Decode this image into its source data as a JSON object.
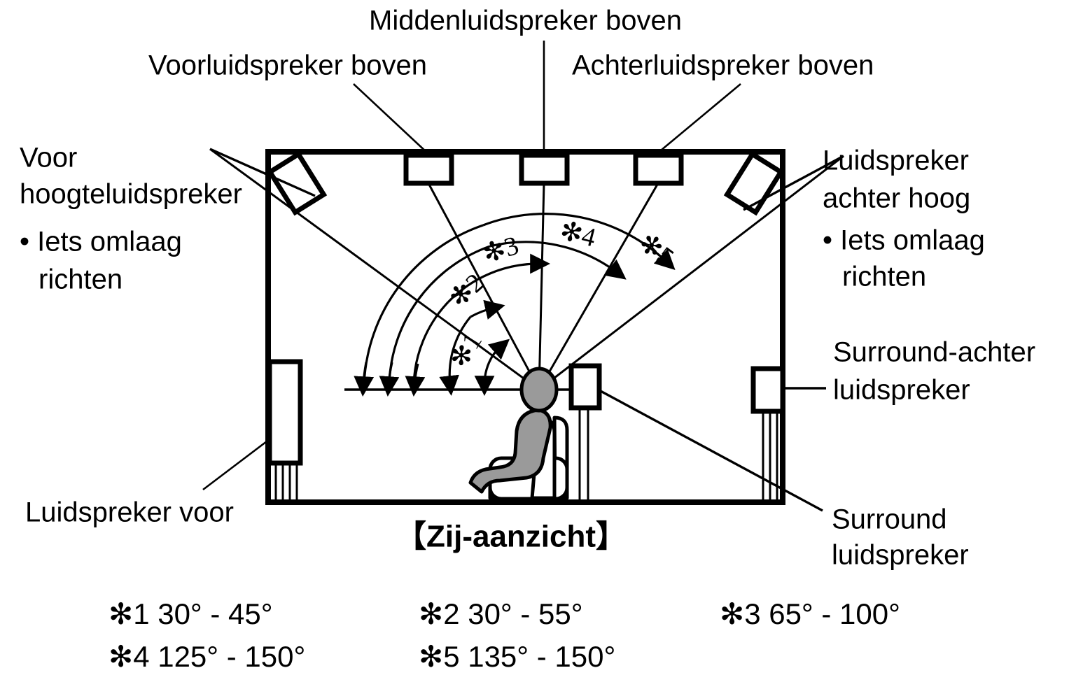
{
  "diagram": {
    "title": "【Zij-aanzicht】",
    "labels": {
      "top_front_height": "Voorluidspreker boven",
      "top_middle": "Middenluidspreker boven",
      "top_rear": "Achterluidspreker boven",
      "front_height_name": "Voor",
      "front_height_name2": "hoogteluidspreker",
      "front_height_note": "• Iets omlaag",
      "front_height_note2": "richten",
      "rear_height_name": "Luidspreker",
      "rear_height_name2": "achter hoog",
      "rear_height_note": "• Iets omlaag",
      "rear_height_note2": "richten",
      "surround_back": "Surround-achter",
      "surround_back2": "luidspreker",
      "front_speaker": "Luidspreker voor",
      "surround": "Surround",
      "surround2": "luidspreker"
    },
    "angle_markers": {
      "m1": "✻1",
      "m2": "✻2",
      "m3": "✻3",
      "m4": "✻4",
      "m5": "✻5"
    },
    "legend": [
      {
        "marker": "✻1",
        "range": "30° - 45°"
      },
      {
        "marker": "✻2",
        "range": "30° - 55°"
      },
      {
        "marker": "✻3",
        "range": "65° - 100°"
      },
      {
        "marker": "✻4",
        "range": "125° - 150°"
      },
      {
        "marker": "✻5",
        "range": "135° - 150°"
      }
    ],
    "legend_text": {
      "l1": "✻1 30° - 45°",
      "l2": "✻2 30° - 55°",
      "l3": "✻3 65° - 100°",
      "l4": "✻4 125° - 150°",
      "l5": "✻5 135° - 150°"
    },
    "colors": {
      "line": "#000000",
      "background": "#ffffff",
      "person": "#9a9a9a"
    }
  }
}
